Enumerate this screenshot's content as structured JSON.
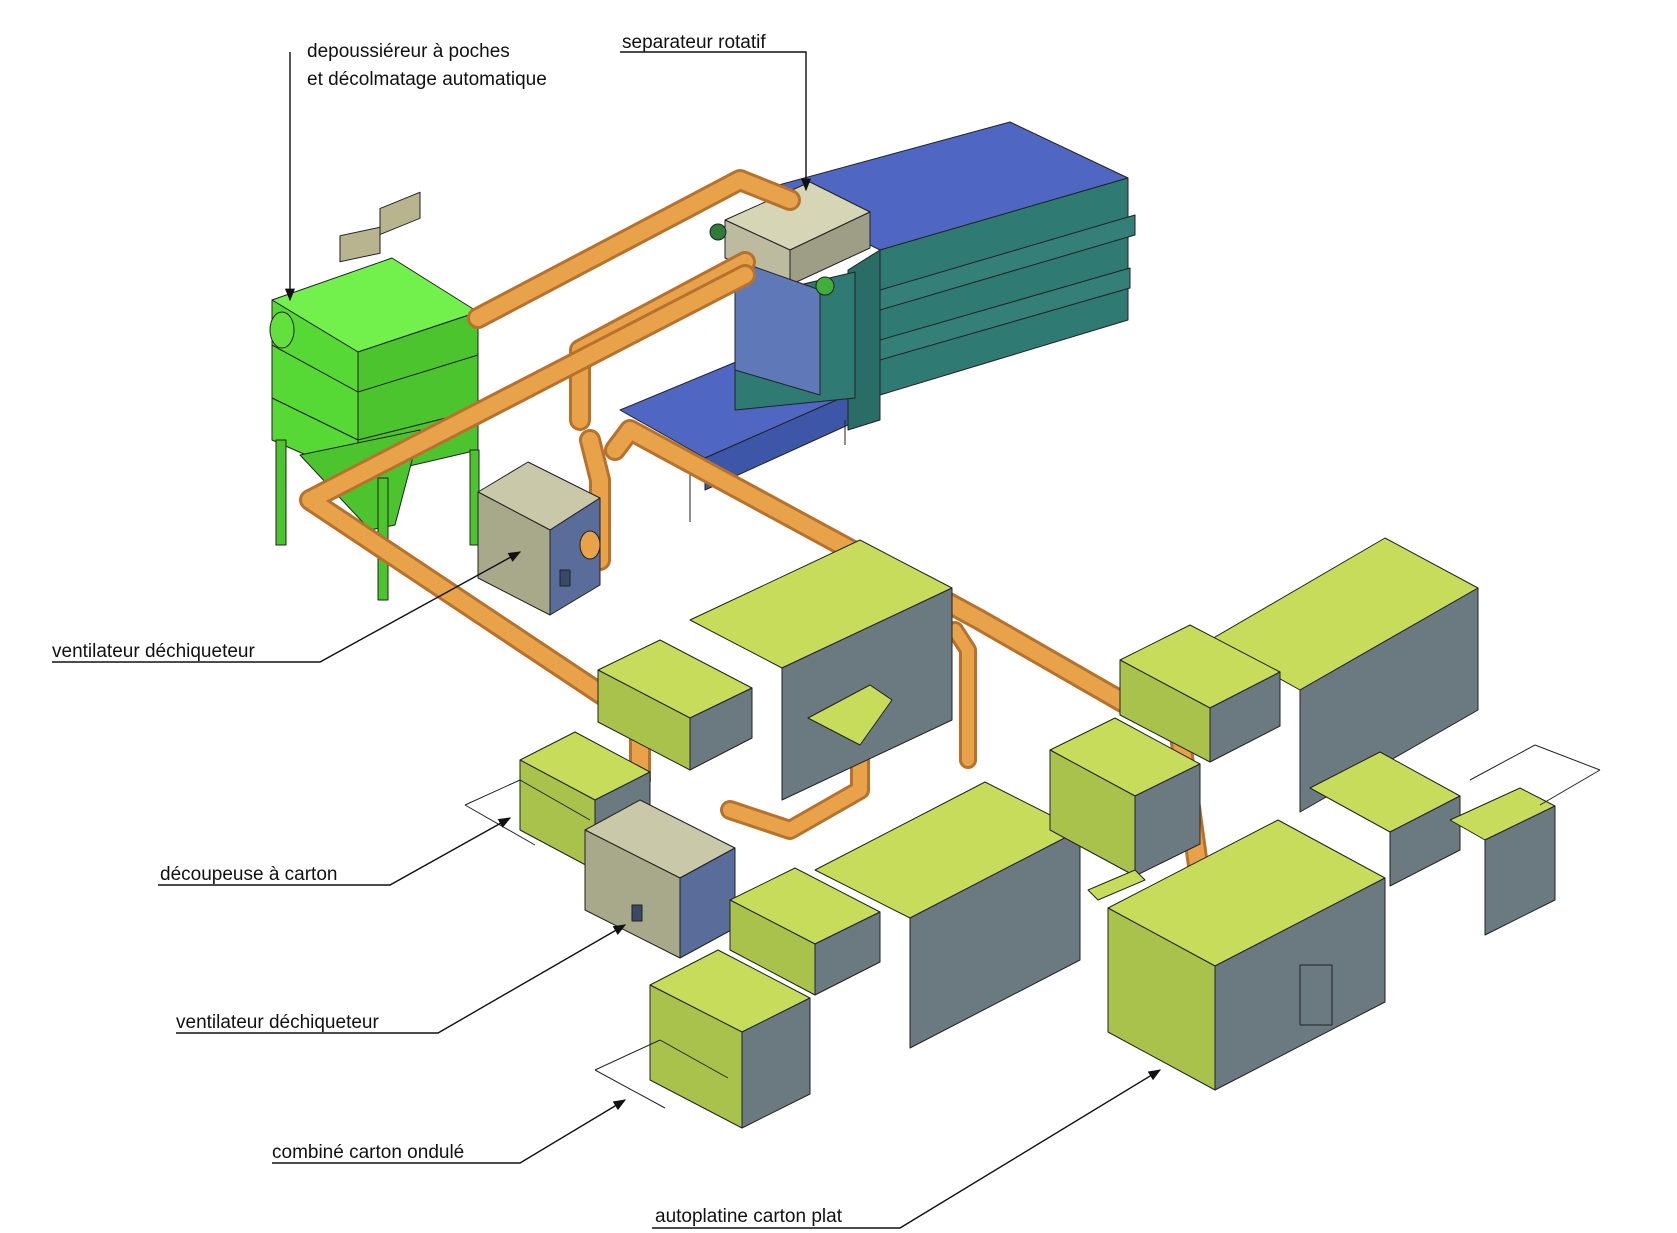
{
  "colors": {
    "dust_collector": "#5ee63c",
    "pipe": "#e8a24a",
    "pipe_dark": "#b8712c",
    "machine_top": "#c7dc5a",
    "machine_front": "#a9c24b",
    "machine_side": "#6b7a80",
    "compactor_blue": "#4f66c2",
    "compactor_teal": "#2f7b74",
    "fan_front": "#a8a88a",
    "fan_side": "#5a6c9a",
    "separator": "#c8c7a8"
  },
  "labels": {
    "dust_collector_line1": "depoussiéreur à poches",
    "dust_collector_line2": "et décolmatage automatique",
    "rotary_separator": "separateur rotatif",
    "shredder_fan_1": "ventilateur déchiqueteur",
    "cardboard_cutter": "découpeuse à carton",
    "shredder_fan_2": "ventilateur déchiqueteur",
    "corrugated_combined": "combiné carton ondulé",
    "flat_autoplaten": "autoplatine carton plat"
  }
}
